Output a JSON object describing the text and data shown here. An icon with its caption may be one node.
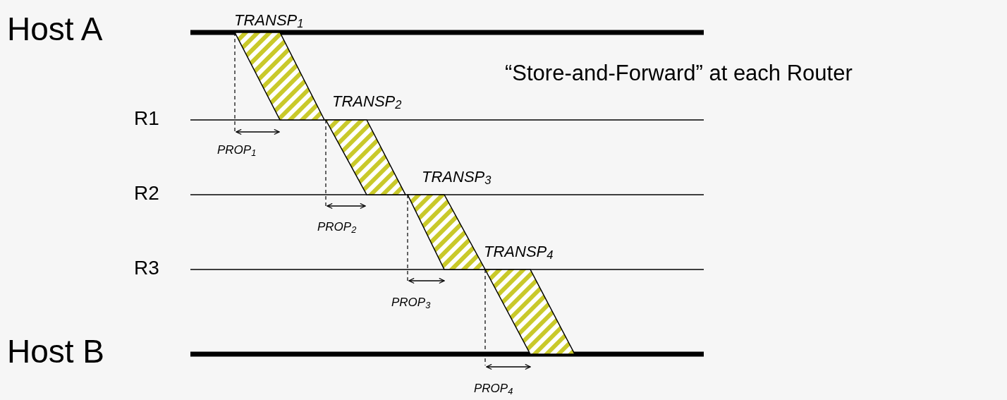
{
  "diagram": {
    "labels": [
      "Host A",
      "TRANSP$_{1}$",
      "“Store-and-Forward” at each Router",
      "R1",
      "TRANSP$_{2}$",
      "PROP$_{1}$",
      "R2",
      "TRANSP$_{3}$",
      "PROP$_{2}$",
      "R3",
      "TRANSP$_{4}$",
      "PROP$_{3}$",
      "Host B",
      "PROP$_{4}$"
    ]
  }
}
